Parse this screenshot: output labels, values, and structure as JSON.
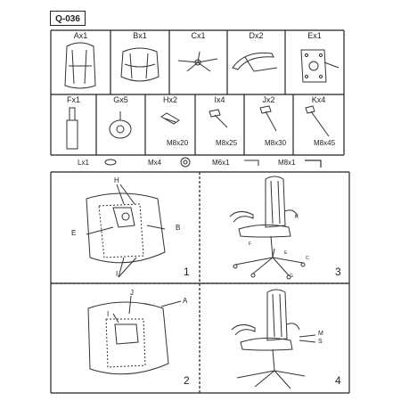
{
  "model_code": "Q-036",
  "parts_row1": [
    {
      "label": "Ax1",
      "icon": "backrest-icon"
    },
    {
      "label": "Bx1",
      "icon": "seat-icon"
    },
    {
      "label": "Cx1",
      "icon": "star-base-icon"
    },
    {
      "label": "Dx2",
      "icon": "armrest-icon"
    },
    {
      "label": "Ex1",
      "icon": "mechanism-icon"
    }
  ],
  "parts_row2": [
    {
      "label": "Fx1",
      "icon": "gas-lift-icon"
    },
    {
      "label": "Gx5",
      "icon": "caster-icon"
    },
    {
      "label": "Hx2",
      "size": "M8x20",
      "icon": "bolt-short-icon"
    },
    {
      "label": "Ix4",
      "size": "M8x25",
      "icon": "bolt-medium-icon"
    },
    {
      "label": "Jx2",
      "size": "M8x30",
      "icon": "bolt-long-icon"
    },
    {
      "label": "Kx4",
      "size": "M8x45",
      "icon": "bolt-xlong-icon"
    }
  ],
  "hardware_row": [
    {
      "label": "Lx1",
      "icon": "washer-icon"
    },
    {
      "label": "Mx4",
      "icon": "nut-icon"
    },
    {
      "label": "M6x1",
      "icon": "hex-key-small-icon"
    },
    {
      "label": "M8x1",
      "icon": "hex-key-large-icon"
    }
  ],
  "steps": [
    {
      "number": "1",
      "callouts": [
        "H",
        "E",
        "B",
        "I"
      ]
    },
    {
      "number": "2",
      "callouts": [
        "J",
        "I",
        "A"
      ]
    },
    {
      "number": "3",
      "callouts": [
        "K",
        "F",
        "E",
        "C",
        "G"
      ]
    },
    {
      "number": "4",
      "callouts": [
        "M",
        "S"
      ]
    }
  ]
}
